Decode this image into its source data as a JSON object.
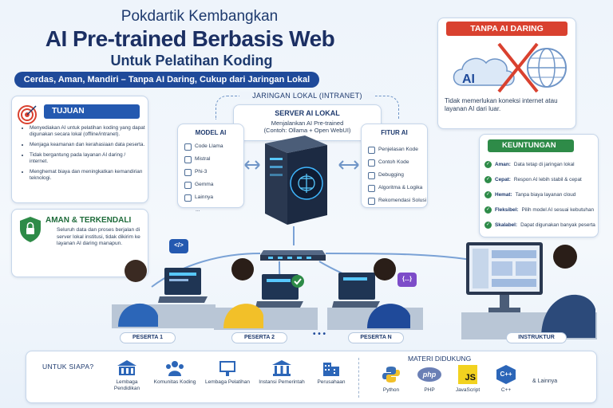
{
  "header": {
    "line1": "Pokdartik Kembangkan",
    "line2": "AI Pre-trained Berbasis Web",
    "line3": "Untuk Pelatihan Koding",
    "tagline": "Cerdas, Aman, Mandiri – Tanpa AI Daring, Cukup dari Jaringan Lokal"
  },
  "tujuan": {
    "title": "TUJUAN",
    "items": [
      "Menyediakan AI untuk pelatihan koding yang dapat digunakan secara lokal (offline/intranet).",
      "Menjaga keamanan dan kerahasiaan data peserta.",
      "Tidak bergantung pada layanan AI daring / internet.",
      "Menghemat biaya dan meningkatkan kemandirian teknologi."
    ]
  },
  "aman": {
    "title": "AMAN & TERKENDALI",
    "text": "Seluruh data dan proses berjalan di server lokal institusi, tidak dikirim ke layanan AI daring manapun."
  },
  "network": {
    "label": "JARINGAN LOKAL (INTRANET)",
    "server_title": "SERVER AI LOKAL",
    "server_sub1": "Menjalankan AI Pre-trained",
    "server_sub2": "(Contoh: Ollama + Open WebUI)"
  },
  "model": {
    "title": "MODEL AI",
    "items": [
      "Code Llama",
      "Mistral",
      "Phi-3",
      "Gemma",
      "Lainnya"
    ],
    "more": "..."
  },
  "fitur": {
    "title": "FITUR AI",
    "items": [
      "Penjelasan Kode",
      "Contoh Kode",
      "Debugging",
      "Algoritma & Logika",
      "Rekomendasi Solusi"
    ]
  },
  "tanpa": {
    "title": "TANPA AI DARING",
    "ai_label": "AI",
    "text": "Tidak memerlukan koneksi internet atau layanan AI dari luar."
  },
  "keuntungan": {
    "title": "KEUNTUNGAN",
    "items": [
      {
        "key": "Aman:",
        "text": "Data tetap di jaringan lokal"
      },
      {
        "key": "Cepat:",
        "text": "Respon AI lebih stabil & cepat"
      },
      {
        "key": "Hemat:",
        "text": "Tanpa biaya layanan cloud"
      },
      {
        "key": "Fleksibel:",
        "text": "Pilih model AI sesuai kebutuhan"
      },
      {
        "key": "Skalabel:",
        "text": "Dapat digunakan banyak peserta"
      }
    ]
  },
  "participants": {
    "p1": "PESERTA 1",
    "p2": "PESERTA 2",
    "pn": "PESERTA N",
    "dots": "• • •",
    "instruktur": "INSTRUKTUR",
    "code_badge1": "</>",
    "code_badge2": "{...}"
  },
  "audience": {
    "title": "UNTUK SIAPA?",
    "items": [
      "Lembaga Pendidikan",
      "Komunitas Koding",
      "Lembaga Pelatihan",
      "Instansi Pemerintah",
      "Perusahaan"
    ]
  },
  "materi": {
    "title": "MATERI DIDUKUNG",
    "items": [
      "Python",
      "PHP",
      "JavaScript",
      "C++"
    ],
    "php_logo": "php",
    "js_logo": "JS",
    "cpp_logo": "C++",
    "more": "& Lainnya"
  },
  "colors": {
    "primary": "#1f4a9a",
    "danger": "#d9412f",
    "success": "#2e8b48",
    "navy": "#1b2f63"
  }
}
